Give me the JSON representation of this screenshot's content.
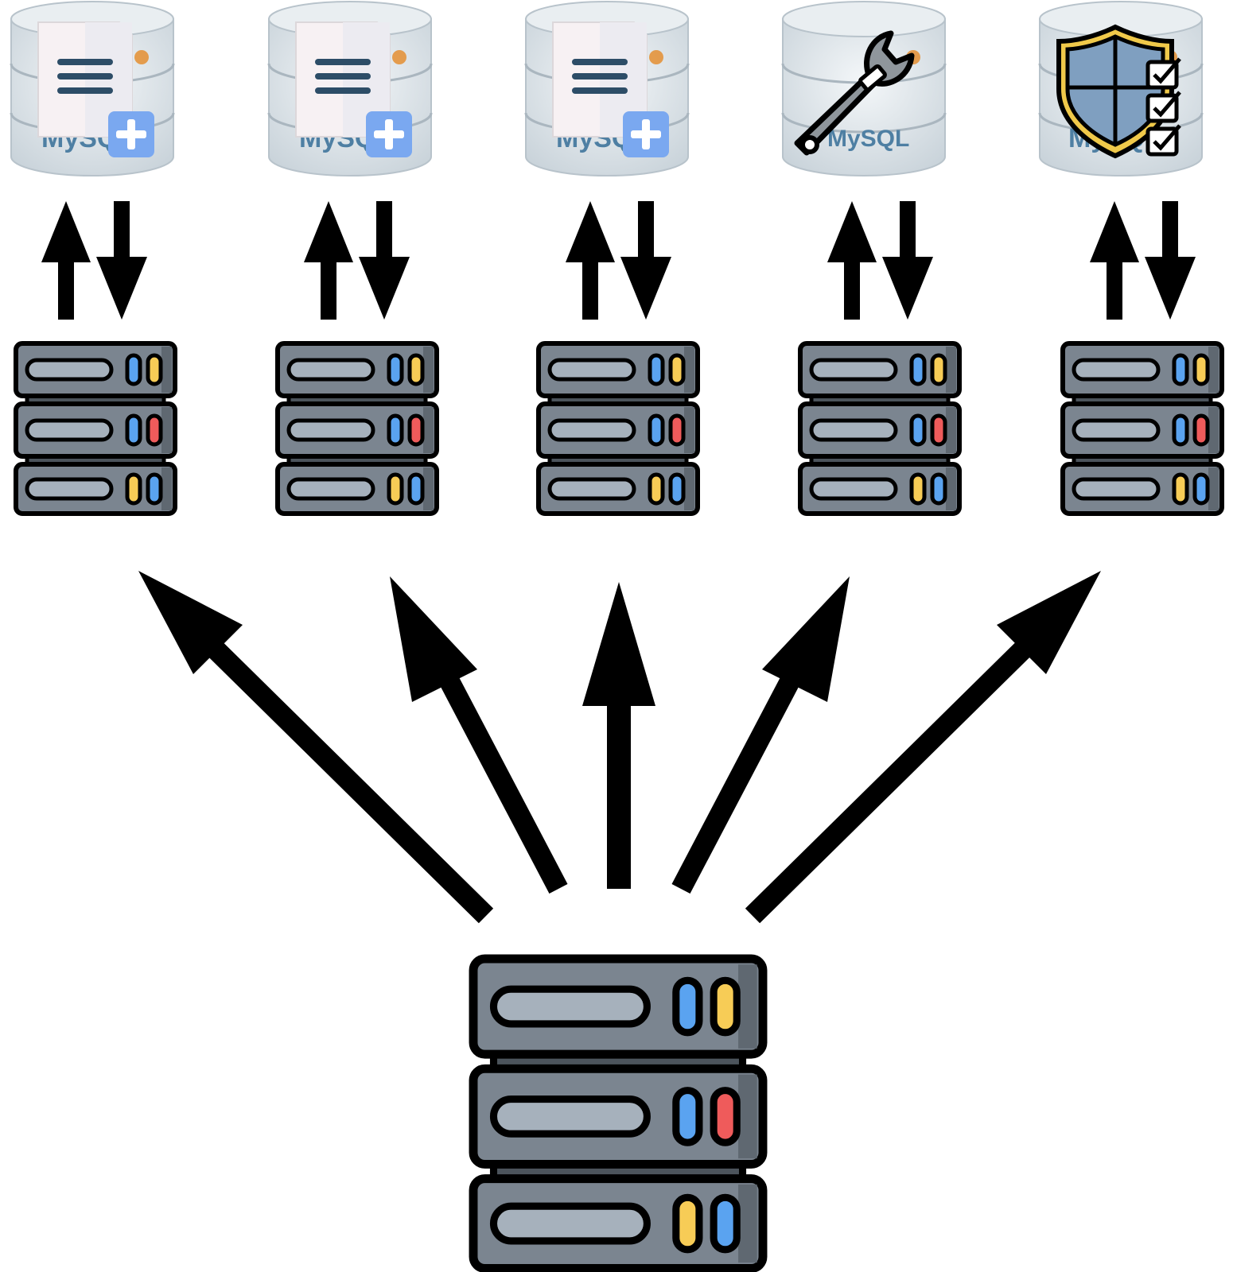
{
  "diagram": {
    "databases": [
      {
        "icon": "add-document-icon",
        "logo_text": "MySQL"
      },
      {
        "icon": "add-document-icon",
        "logo_text": "MySQL"
      },
      {
        "icon": "add-document-icon",
        "logo_text": "MySQL"
      },
      {
        "icon": "wrench-icon",
        "logo_text": "MySQL"
      },
      {
        "icon": "shield-checklist-icon",
        "logo_text": "MySQL"
      }
    ],
    "replica_servers": 5,
    "central_server": {
      "icon": "server-rack-icon"
    },
    "colors": {
      "server_body": "#7b8590",
      "server_slot": "#a6b1bc",
      "led_blue": "#5aa3f0",
      "led_yellow": "#f7cc56",
      "led_red": "#ef5b5b",
      "arrow": "#000000",
      "db_body": "#dfe6eb",
      "mysql_blue": "#4e7fa3",
      "mysql_orange": "#e48e31"
    }
  }
}
